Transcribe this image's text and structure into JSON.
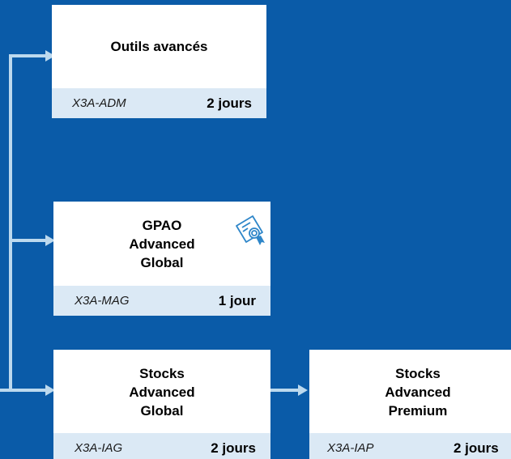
{
  "colors": {
    "background": "#0a5ba8",
    "card": "#ffffff",
    "card_footer": "#dbe9f5",
    "connector": "#bcd9ee"
  },
  "courses": [
    {
      "title": "Outils avancés",
      "code": "X3A-ADM",
      "duration": "2 jours"
    },
    {
      "title": "GPAO\nAdvanced\nGlobal",
      "code": "X3A-MAG",
      "duration": "1 jour",
      "icon": "certificate-icon"
    },
    {
      "title": "Stocks\nAdvanced\nGlobal",
      "code": "X3A-IAG",
      "duration": "2 jours"
    },
    {
      "title": "Stocks\nAdvanced\nPremium",
      "code": "X3A-IAP",
      "duration": "2 jours"
    }
  ]
}
